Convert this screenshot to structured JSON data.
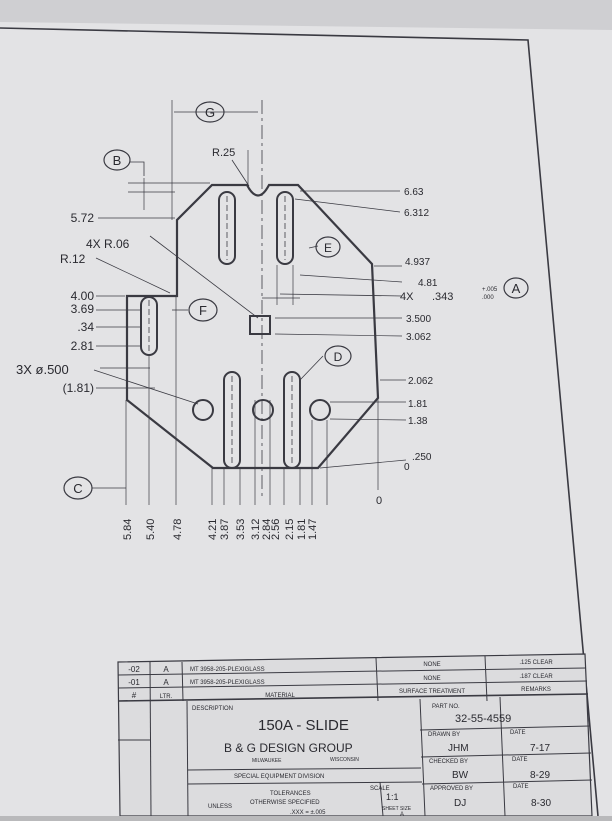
{
  "datums": {
    "g": "G",
    "b": "B",
    "e": "E",
    "f": "F",
    "d": "D",
    "a": "A",
    "c": "C"
  },
  "callouts": {
    "r25": "R.25",
    "corner_radius": "4X  R.06",
    "r12": "R.12",
    "holes": "3X  ø.500",
    "slots_prefix": "4X",
    "slots_value": ".343",
    "tol_plus": "+.005",
    "tol_minus": ".000"
  },
  "left_dims": [
    "5.72",
    "4.00",
    "3.69",
    ".34",
    "2.81",
    "(1.81)"
  ],
  "right_dims": [
    "6.63",
    "6.312",
    "4.937",
    "4.81",
    "3.500",
    "3.062",
    "2.062",
    "1.81",
    "1.38",
    ".250",
    "0"
  ],
  "bottom_dims": [
    "5.84",
    "5.40",
    "4.78",
    "4.21",
    "3.87",
    "3.53",
    "3.12",
    "2.84",
    "2.56",
    "2.15",
    "1.81",
    "1.47",
    "0"
  ],
  "title_block": {
    "revisions": [
      {
        "ltr": "-02",
        "rev": "A",
        "material": "MT 3958-205-PLEXIGLASS"
      },
      {
        "ltr": "-01",
        "rev": "A",
        "material": "MT 3958-205-PLEXIGLASS"
      }
    ],
    "rev_header": {
      "num": "#",
      "ltr": "LTR.",
      "material": "MATERIAL"
    },
    "surface": [
      "NONE",
      "NONE"
    ],
    "surface_label": "SURFACE TREATMENT",
    "remarks": [
      ".125 CLEAR",
      ".187 CLEAR"
    ],
    "remarks_label": "REMARKS",
    "description_label": "DESCRIPTION",
    "description": "150A - SLIDE",
    "company": "B & G DESIGN GROUP",
    "city": "MILWAUKEE",
    "state": "WISCONSIN",
    "division": "SPECIAL  EQUIPMENT  DIVISION",
    "unless": "UNLESS",
    "tol_line1": "TOLERANCES",
    "tol_line2": "OTHERWISE  SPECIFIED",
    "tol_line3": ".XXX = ±.005",
    "scale_label": "SCALE",
    "scale": "1:1",
    "sheet_size_label": "SHEET SIZE",
    "sheet_size": "A",
    "part_no_label": "PART  NO.",
    "part_no": "32-55-4559",
    "drawn_label": "DRAWN  BY",
    "drawn": "JHM",
    "checked_label": "CHECKED  BY",
    "checked": "BW",
    "approved_label": "APPROVED  BY",
    "approved": "DJ",
    "date_label": "DATE",
    "date1": "7-17",
    "date2": "8-29",
    "date3": "8-30"
  }
}
